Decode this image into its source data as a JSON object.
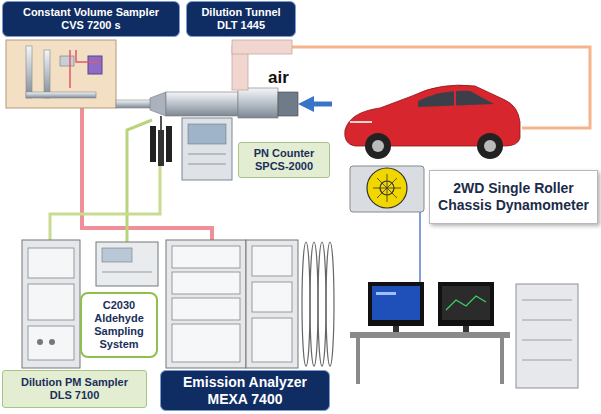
{
  "diagram": {
    "nodes": [
      {
        "text": [
          "Constant Volume Sampler",
          "CVS 7200 s"
        ]
      },
      {
        "text": [
          "Dilution Tunnel",
          "DLT 1445"
        ]
      },
      {
        "text": [
          "PN Counter",
          "SPCS-2000"
        ]
      },
      {
        "text": [
          "2WD Single Roller",
          "Chassis Dynamometer"
        ]
      },
      {
        "text": [
          "C2030 Aldehyde Sampling System"
        ]
      },
      {
        "text": [
          "Dilution PM Sampler",
          "DLS 7100"
        ]
      },
      {
        "text": [
          "Emission Analyzer",
          "MEXA 7400"
        ]
      }
    ],
    "labels": [
      "air"
    ]
  }
}
